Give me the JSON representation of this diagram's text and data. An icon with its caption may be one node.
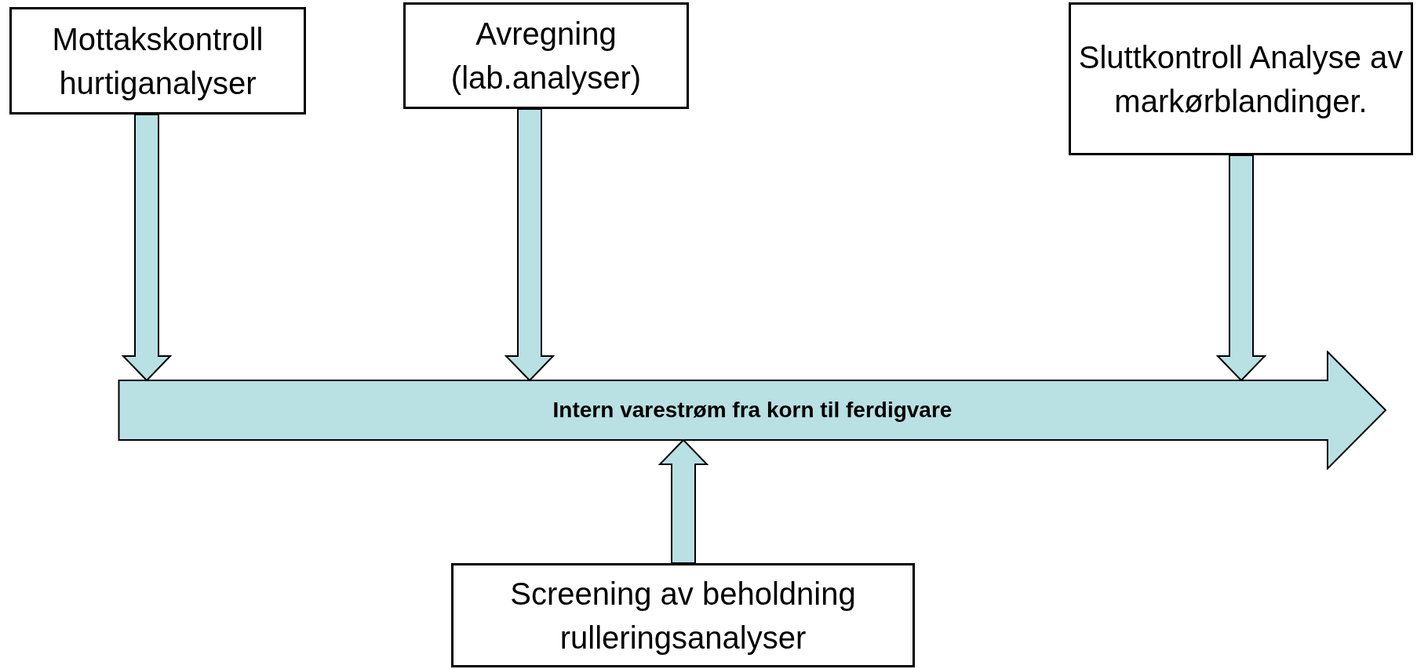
{
  "diagram": {
    "nodes": [
      {
        "text": [
          "Mottakskontroll hurtiganalyser"
        ]
      },
      {
        "text": [
          "Avregning (lab.analyser)"
        ]
      },
      {
        "text": [
          "Sluttkontroll Analyse av markørblandinger."
        ]
      },
      {
        "text": [
          "Intern varestrøm fra korn til ferdigvare"
        ]
      },
      {
        "text": [
          "Screening av beholdning rulleringsanalyser"
        ]
      }
    ],
    "edges": [
      {
        "from": 0,
        "to": 3,
        "arrow": "to"
      },
      {
        "from": 1,
        "to": 3,
        "arrow": "to"
      },
      {
        "from": 2,
        "to": 3,
        "arrow": "to"
      },
      {
        "from": 4,
        "to": 3,
        "arrow": "to"
      }
    ]
  }
}
